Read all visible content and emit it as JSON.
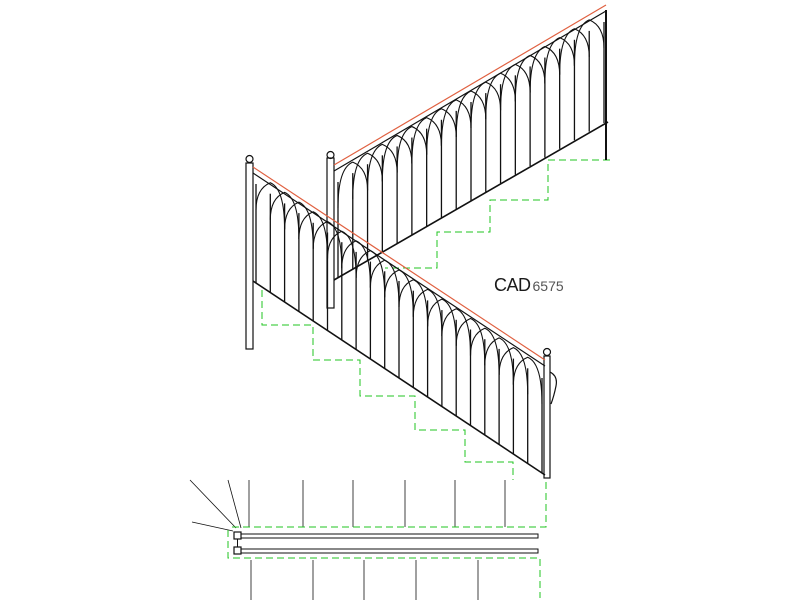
{
  "watermark": {
    "brand": "CAD",
    "number": "6575"
  },
  "colors": {
    "railing": "#111111",
    "handrail": "#e06040",
    "stair_outline": "#22c422",
    "background": "#ffffff"
  },
  "drawing": {
    "views": [
      "railing-elevation-upper-flight",
      "railing-elevation-lower-flight",
      "railing-plan"
    ]
  }
}
